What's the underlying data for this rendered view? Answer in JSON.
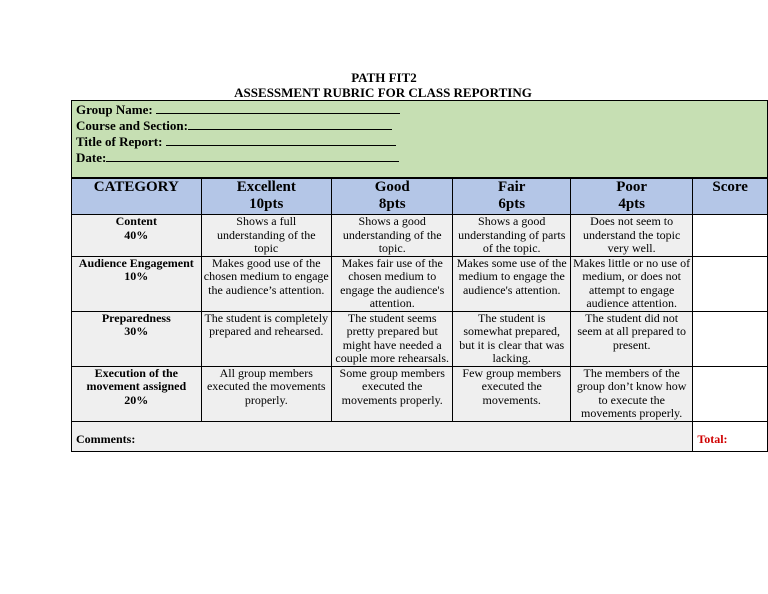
{
  "header": {
    "line1": "PATH FIT2",
    "line2": "ASSESSMENT RUBRIC FOR CLASS REPORTING"
  },
  "info_fields": [
    {
      "label": "Group Name: "
    },
    {
      "label": "Course and Section:"
    },
    {
      "label": "Title of Report: "
    },
    {
      "label": "Date:"
    }
  ],
  "table": {
    "columns": [
      {
        "name": "CATEGORY",
        "points": ""
      },
      {
        "name": "Excellent",
        "points": "10pts"
      },
      {
        "name": "Good",
        "points": "8pts"
      },
      {
        "name": "Fair",
        "points": "6pts"
      },
      {
        "name": "Poor",
        "points": "4pts"
      },
      {
        "name": "Score",
        "points": ""
      }
    ],
    "rows": [
      {
        "category": "Content",
        "weight": "40%",
        "excellent": "Shows a full understanding of the topic",
        "good": "Shows a good understanding of the topic.",
        "fair": "Shows a good understanding of parts of the topic.",
        "poor": "Does not seem to understand the topic very well."
      },
      {
        "category": "Audience Engagement",
        "weight": "10%",
        "excellent": "Makes good use of the chosen medium to engage the audience’s attention.",
        "good": "Makes fair use of the chosen medium to engage the audience's attention.",
        "fair": "Makes some use of the medium to engage the audience's attention.",
        "poor": "Makes little or no use of medium, or does not attempt to engage audience attention."
      },
      {
        "category": "Preparedness",
        "weight": "30%",
        "excellent": "The student is completely prepared and rehearsed.",
        "good": "The student seems pretty prepared but might have needed a couple more rehearsals.",
        "fair": "The student is somewhat prepared, but it is clear that was lacking.",
        "poor": "The student did not seem at all prepared to present."
      },
      {
        "category": "Execution of the movement assigned",
        "weight": "20%",
        "excellent": "All group members executed the movements properly.",
        "good": "Some group members executed the movements properly.",
        "fair": "Few group members executed the movements.",
        "poor": "The members of the group don’t know how to execute the movements properly."
      }
    ],
    "comments_label": "Comments:",
    "total_label": "Total:"
  }
}
